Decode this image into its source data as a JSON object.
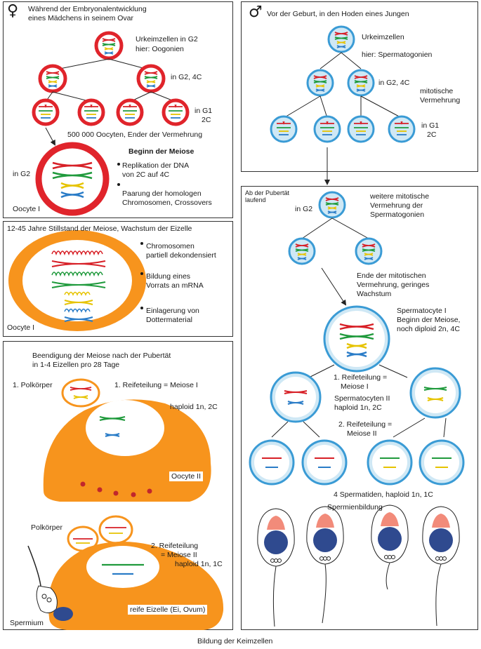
{
  "female": {
    "symbol": "♀",
    "header_line1": "Während der Embryonalentwicklung",
    "header_line2": "eines Mädchens in seinem Ovar",
    "urkeim_line1": "Urkeimzellen in G2",
    "urkeim_line2": "hier: Oogonien",
    "g2_4c": "in G2, 4C",
    "g1_line1": "in G1",
    "g1_line2": "2C",
    "count_text": "500 000 Oocyten, Ender der Vermehrung",
    "meiose_title": "Beginn der Meiose",
    "in_g2": "in G2",
    "bullet1_line1": "Replikation der DNA",
    "bullet1_line2": "von 2C auf 4C",
    "bullet2_line1": "Paarung der homologen",
    "bullet2_line2": "Chromosomen, Crossovers",
    "oocyte1_label": "Oocyte I"
  },
  "arrest": {
    "header": "12-45 Jahre Stillstand der Meiose, Wachstum der Eizelle",
    "bullet1_line1": "Chromosomen",
    "bullet1_line2": "partiell dekondensiert",
    "bullet2_line1": "Bildung eines",
    "bullet2_line2": "Vorrats an mRNA",
    "bullet3_line1": "Einlagerung von",
    "bullet3_line2": "Dottermaterial",
    "oocyte_label": "Oocyte I"
  },
  "completion": {
    "header_line1": "Beendigung der Meiose nach der Pubertät",
    "header_line2": "in 1-4 Eizellen pro 28 Tage",
    "polkoerper1": "1. Polkörper",
    "reifeteilung1": "1. Reifeteilung = Meiose I",
    "haploid1": "haploid 1n, 2C",
    "oocyte2": "Oocyte II",
    "polkoerper2": "Polkörper",
    "reifeteilung2_line1": "2. Reifeteilung",
    "reifeteilung2_line2": "= Meiose II",
    "haploid2": "haploid 1n, 1C",
    "reife_eizelle": "reife Eizelle (Ei, Ovum)",
    "spermium": "Spermium"
  },
  "male": {
    "symbol": "♂",
    "header": "Vor der Geburt, in den Hoden eines Jungen",
    "urkeim_line1": "Urkeimzellen",
    "urkeim_line2": "hier: Spermatogonien",
    "g2_4c": "in G2, 4C",
    "mitotisch_line1": "mitotische",
    "mitotisch_line2": "Vermehrung",
    "g1_line1": "in G1",
    "g1_line2": "2C"
  },
  "puberty": {
    "header_line1": "Ab der Pubertät",
    "header_line2": "laufend",
    "in_g2": "in G2",
    "weitere_line1": "weitere mitotische",
    "weitere_line2": "Vermehrung der",
    "weitere_line3": "Spermatogonien",
    "ende_line1": "Ende der mitotischen",
    "ende_line2": "Vermehrung, geringes",
    "ende_line3": "Wachstum",
    "spermatocyte_line1": "Spermatocyte I",
    "spermatocyte_line2": "Beginn der Meiose,",
    "spermatocyte_line3": "noch diploid 2n, 4C",
    "reife1_line1": "1. Reifeteilung =",
    "reife1_line2": "Meiose I",
    "spermatocyten2_line1": "Spermatocyten II",
    "spermatocyten2_line2": "haploid 1n, 2C",
    "reife2_line1": "2. Reifeteilung =",
    "reife2_line2": "Meiose II",
    "spermatiden": "4 Spermatiden, haploid 1n, 1C",
    "spermienbildung": "Spermienbildung"
  },
  "caption": "Bildung der Keimzellen",
  "colors": {
    "red_ring": "#e0242b",
    "blue_ring": "#3a9bd5",
    "cell_blue": "#cfe8f5",
    "orange": "#f7941d",
    "chromo_red": "#d71f26",
    "chromo_green": "#1f9a3c",
    "chromo_yellow": "#e6c300",
    "chromo_blue": "#2a7cc7",
    "sperm_head": "#f28b7a",
    "sperm_nucleus": "#2f4a8f"
  }
}
